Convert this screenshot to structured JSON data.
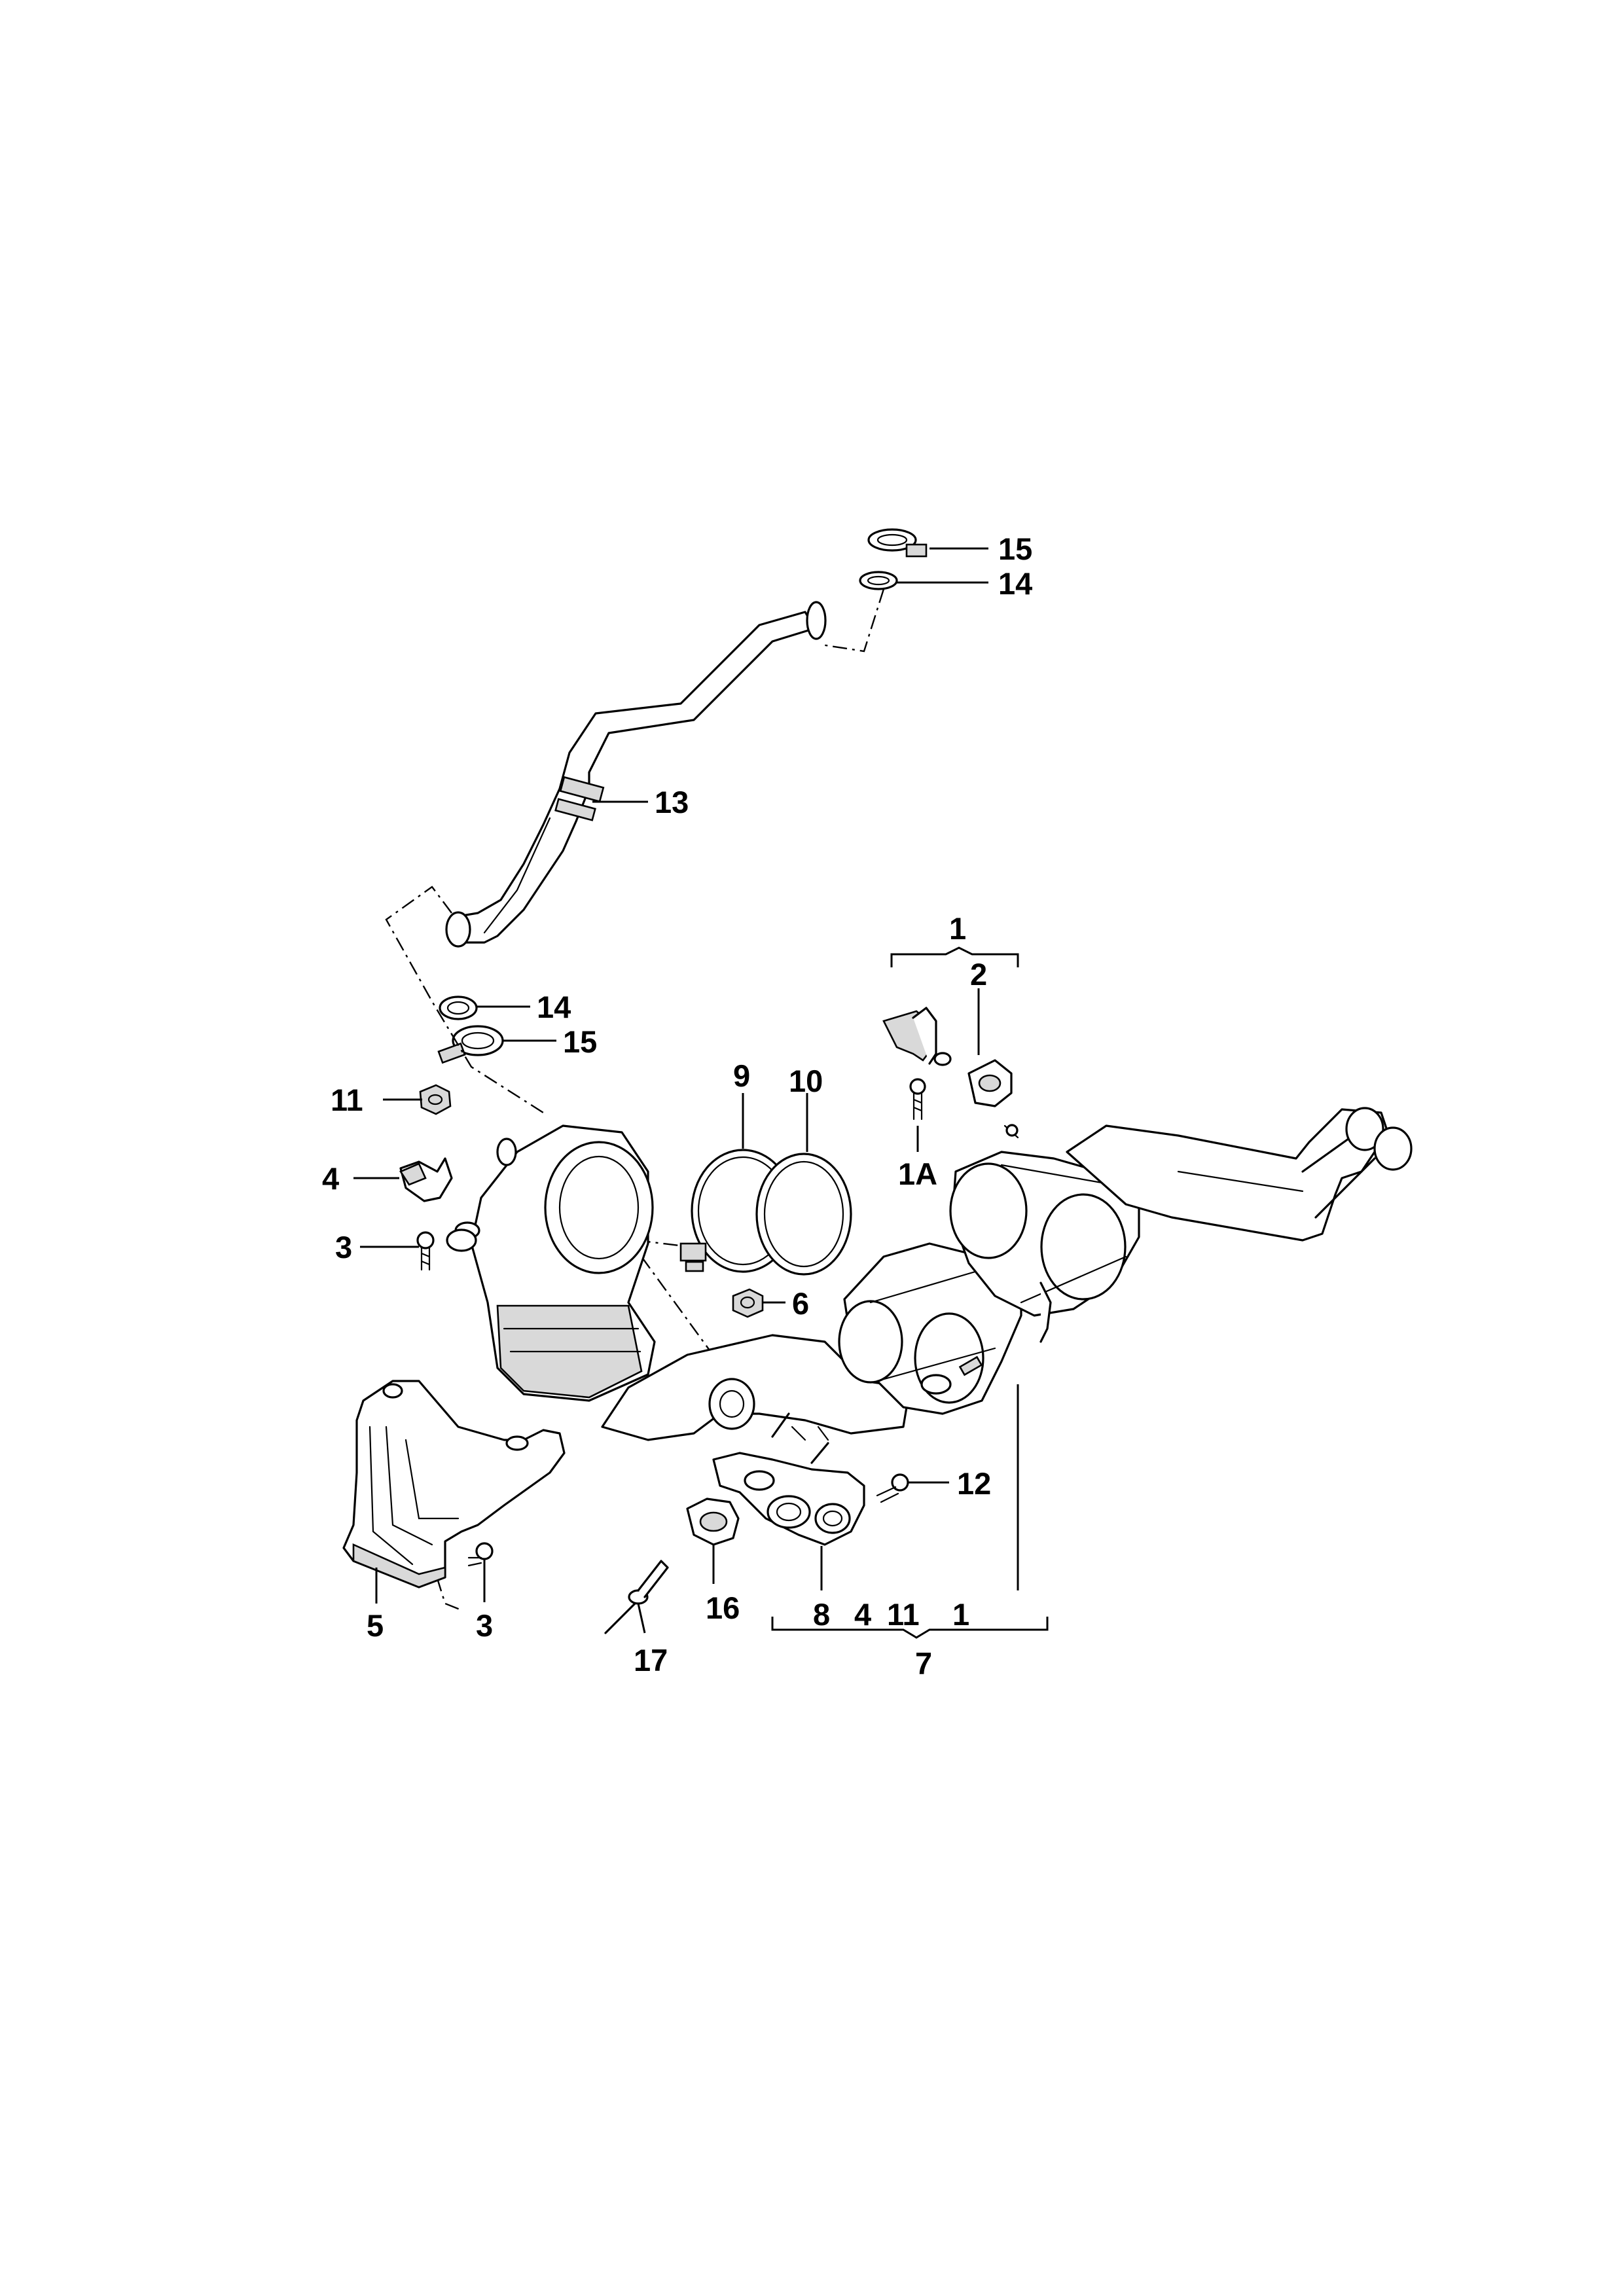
{
  "callouts": {
    "c15_top": "15",
    "c14_top": "14",
    "c13": "13",
    "c1_top": "1",
    "c2": "2",
    "c14_mid": "14",
    "c15_mid": "15",
    "c9": "9",
    "c10": "10",
    "c1a": "1A",
    "c11": "11",
    "c4": "4",
    "c3_left": "3",
    "c6": "6",
    "c12": "12",
    "c5": "5",
    "c3_bottom": "3",
    "c16": "16",
    "c17": "17",
    "c8": "8",
    "c4_group": "4",
    "c11_group": "11",
    "c1_group": "1",
    "c7": "7"
  }
}
